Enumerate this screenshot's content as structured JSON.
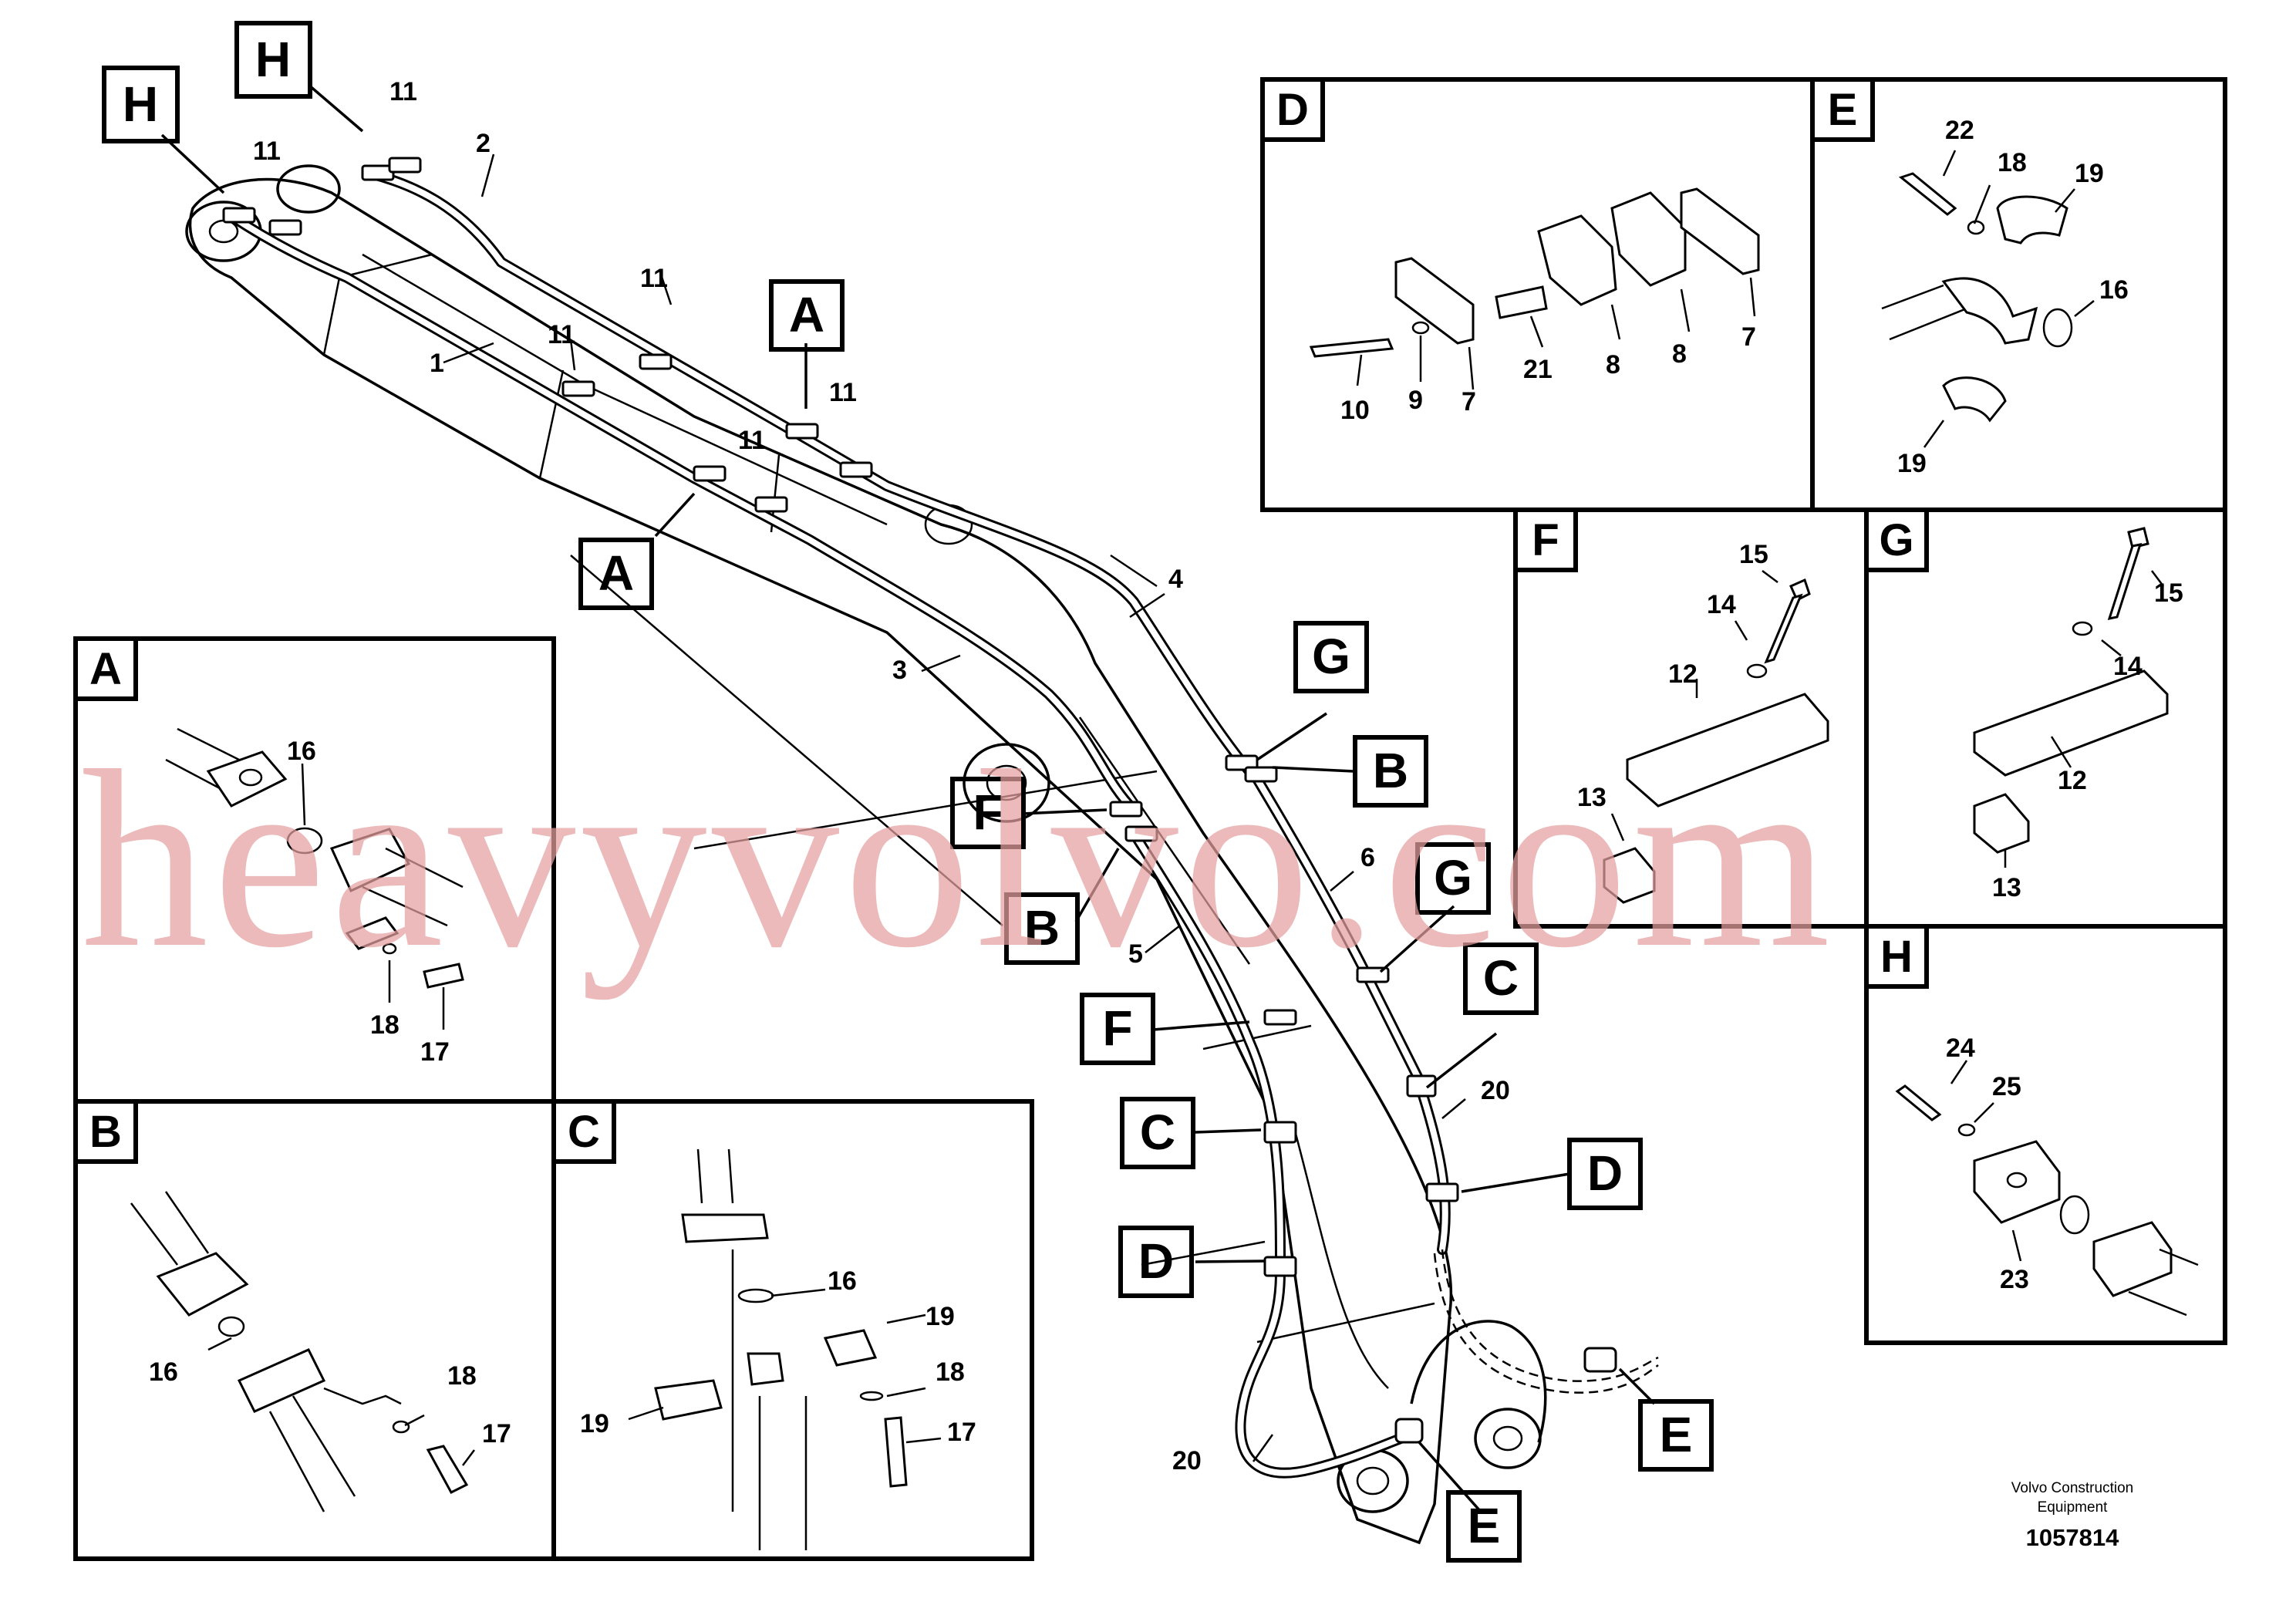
{
  "watermark": "heavyvolvo.com",
  "company": {
    "line1": "Volvo Construction",
    "line2": "Equipment"
  },
  "drawing_number": "1057814",
  "callouts": {
    "H": "H",
    "A": "A",
    "B": "B",
    "C": "C",
    "D": "D",
    "E": "E",
    "F": "F",
    "G": "G"
  },
  "main_labels": {
    "p1": "1",
    "p2": "2",
    "p3": "3",
    "p4": "4",
    "p5": "5",
    "p6": "6",
    "p11": "11",
    "p20": "20"
  },
  "panels": {
    "A": {
      "letter": "A",
      "labels": [
        "16",
        "18",
        "17"
      ]
    },
    "B": {
      "letter": "B",
      "labels": [
        "16",
        "18",
        "17"
      ]
    },
    "C": {
      "letter": "C",
      "labels": [
        "16",
        "19",
        "18",
        "19",
        "17"
      ]
    },
    "D": {
      "letter": "D",
      "labels": [
        "10",
        "9",
        "7",
        "21",
        "8",
        "8",
        "7"
      ]
    },
    "E": {
      "letter": "E",
      "labels": [
        "22",
        "18",
        "19",
        "16",
        "19"
      ]
    },
    "F": {
      "letter": "F",
      "labels": [
        "15",
        "14",
        "12",
        "13"
      ]
    },
    "G": {
      "letter": "G",
      "labels": [
        "15",
        "14",
        "12",
        "13"
      ]
    },
    "H": {
      "letter": "H",
      "labels": [
        "24",
        "25",
        "23"
      ]
    }
  }
}
